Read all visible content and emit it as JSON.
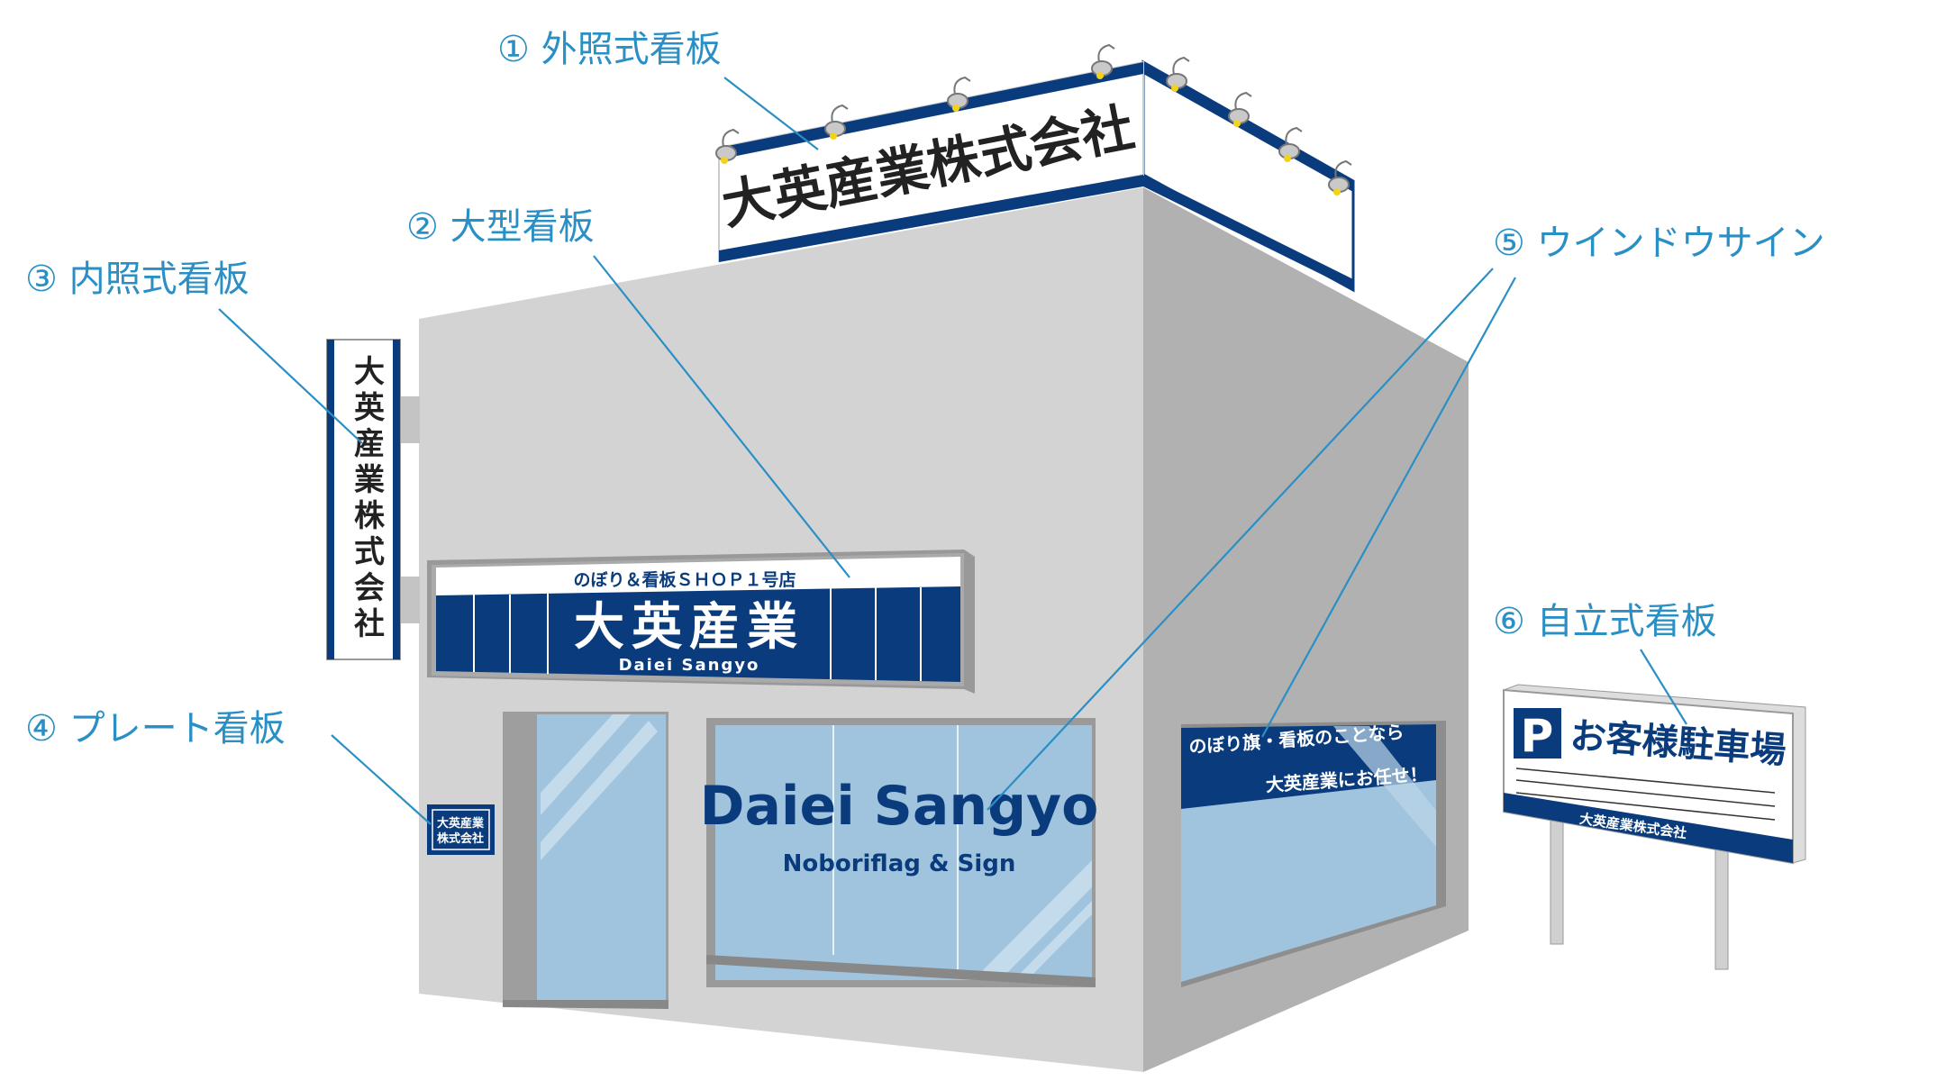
{
  "colors": {
    "navy": "#0a3c7d",
    "label_blue": "#2a8fc5",
    "wall_front": "#d3d3d3",
    "wall_side": "#b1b1b1",
    "glass": "#a0c4dd"
  },
  "labels": [
    {
      "num": "①",
      "text": "外照式看板"
    },
    {
      "num": "②",
      "text": "大型看板"
    },
    {
      "num": "③",
      "text": "内照式看板"
    },
    {
      "num": "④",
      "text": "プレート看板"
    },
    {
      "num": "⑤",
      "text": "ウインドウサイン"
    },
    {
      "num": "⑥",
      "text": "自立式看板"
    }
  ],
  "roof_sign": {
    "text": "大英産業株式会社"
  },
  "vertical_sign": {
    "chars": [
      "大",
      "英",
      "産",
      "業",
      "株",
      "式",
      "会",
      "社"
    ]
  },
  "large_sign": {
    "top": "のぼり＆看板ＳＨＯＰ１号店",
    "main": "大英産業",
    "sub": "Daiei Sangyo"
  },
  "plate": {
    "line1": "大英産業",
    "line2": "株式会社"
  },
  "window": {
    "title": "Daiei Sangyo",
    "subtitle": "Noboriflag & Sign"
  },
  "window_banner": {
    "line1": "のぼり旗・看板のことなら",
    "line2": "大英産業にお任せ！"
  },
  "parking_sign": {
    "p": "P",
    "title": "お客様駐車場",
    "footer": "大英産業株式会社"
  }
}
